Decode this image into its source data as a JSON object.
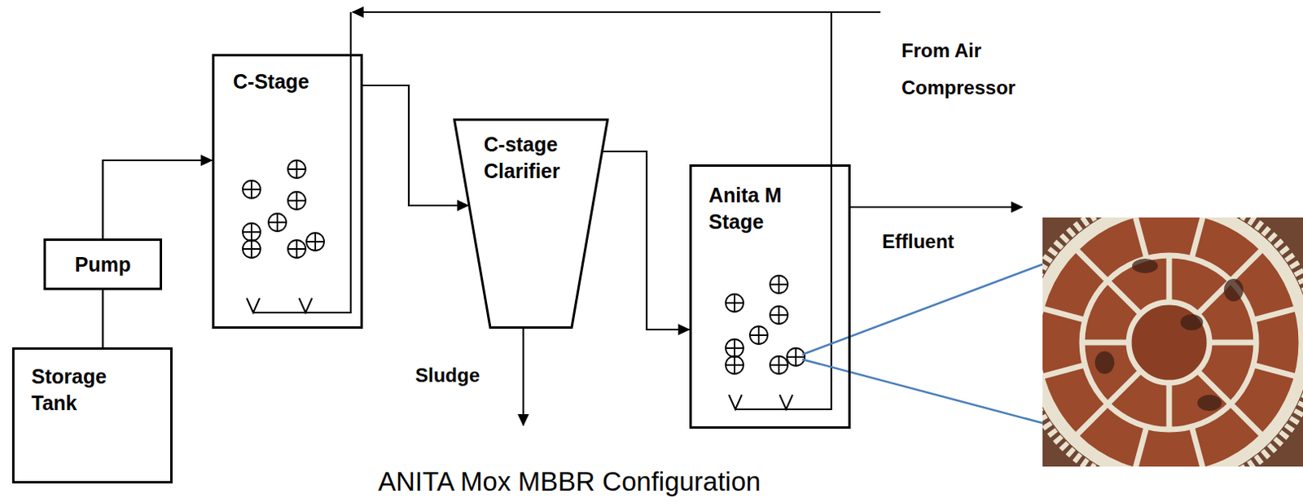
{
  "diagram": {
    "caption": "ANITA Mox MBBR Configuration",
    "nodes": [
      {
        "text": [
          "Storage Tank"
        ]
      },
      {
        "text": [
          "Pump"
        ]
      },
      {
        "text": [
          "C-Stage"
        ]
      },
      {
        "text": [
          "C-stage Clarifier"
        ]
      },
      {
        "text": [
          "Anita M Stage"
        ]
      }
    ],
    "edges": [
      {
        "from": 0,
        "to": 1,
        "arrow": "none"
      },
      {
        "from": 1,
        "to": 2,
        "arrow": "to"
      },
      {
        "from": 2,
        "to": 3,
        "arrow": "to"
      },
      {
        "from": 3,
        "to": 4,
        "arrow": "to"
      }
    ],
    "labels": [
      "From Air Compressor",
      "Effluent",
      "Sludge"
    ]
  }
}
